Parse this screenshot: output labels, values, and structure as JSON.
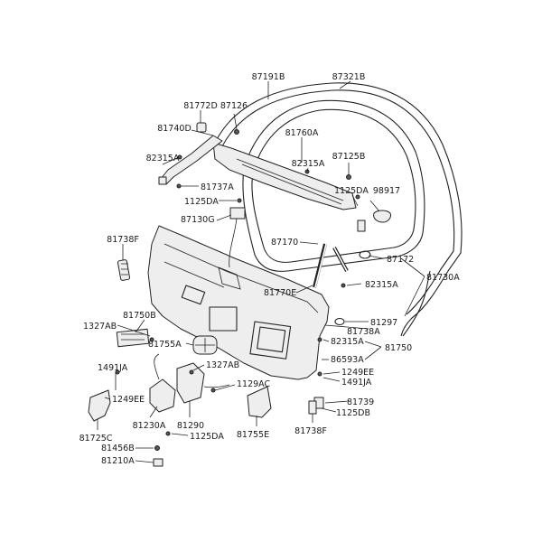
{
  "diagram": {
    "part_labels": {
      "p87191B": "87191B",
      "p87321B": "87321B",
      "p81772D": "81772D",
      "p87126": "87126",
      "p81740D": "81740D",
      "p82315A_a": "82315A",
      "p81760A": "81760A",
      "p82315A_b": "82315A",
      "p87125B": "87125B",
      "p81737A": "81737A",
      "p1125DA_a": "1125DA",
      "p98917": "98917",
      "p1125DA_b": "1125DA",
      "p87130G": "87130G",
      "p81738F_a": "81738F",
      "p87170": "87170",
      "p87172": "87172",
      "p81730A": "81730A",
      "p81770E": "81770E",
      "p82315A_c": "82315A",
      "p81750B": "81750B",
      "p1327AB_a": "1327AB",
      "p81297": "81297",
      "p81738A": "81738A",
      "p81755A": "81755A",
      "p82315A_d": "82315A",
      "p81750": "81750",
      "p86593A": "86593A",
      "p1327AB_b": "1327AB",
      "p1491JA_a": "1491JA",
      "p1249EE_a": "1249EE",
      "p1491JA_b": "1491JA",
      "p1129AC": "1129AC",
      "p1249EE_b": "1249EE",
      "p81739": "81739",
      "p1125DB": "1125DB",
      "p81230A": "81230A",
      "p81290": "81290",
      "p81755E": "81755E",
      "p81738F_b": "81738F",
      "p81725C": "81725C",
      "p1125DA_c": "1125DA",
      "p81456B": "81456B",
      "p81210A": "81210A"
    }
  }
}
